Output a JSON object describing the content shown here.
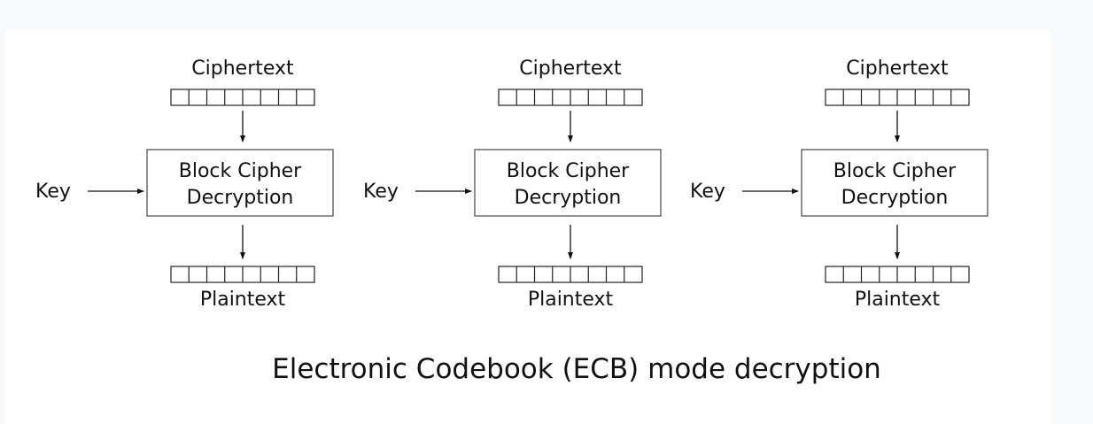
{
  "diagram": {
    "caption": "Electronic Codebook (ECB) mode decryption",
    "block_count": 8,
    "units": [
      {
        "input_label": "Ciphertext",
        "cipher_line1": "Block Cipher",
        "cipher_line2": "Decryption",
        "key_label": "Key",
        "output_label": "Plaintext"
      },
      {
        "input_label": "Ciphertext",
        "cipher_line1": "Block Cipher",
        "cipher_line2": "Decryption",
        "key_label": "Key",
        "output_label": "Plaintext"
      },
      {
        "input_label": "Ciphertext",
        "cipher_line1": "Block Cipher",
        "cipher_line2": "Decryption",
        "key_label": "Key",
        "output_label": "Plaintext"
      }
    ]
  }
}
